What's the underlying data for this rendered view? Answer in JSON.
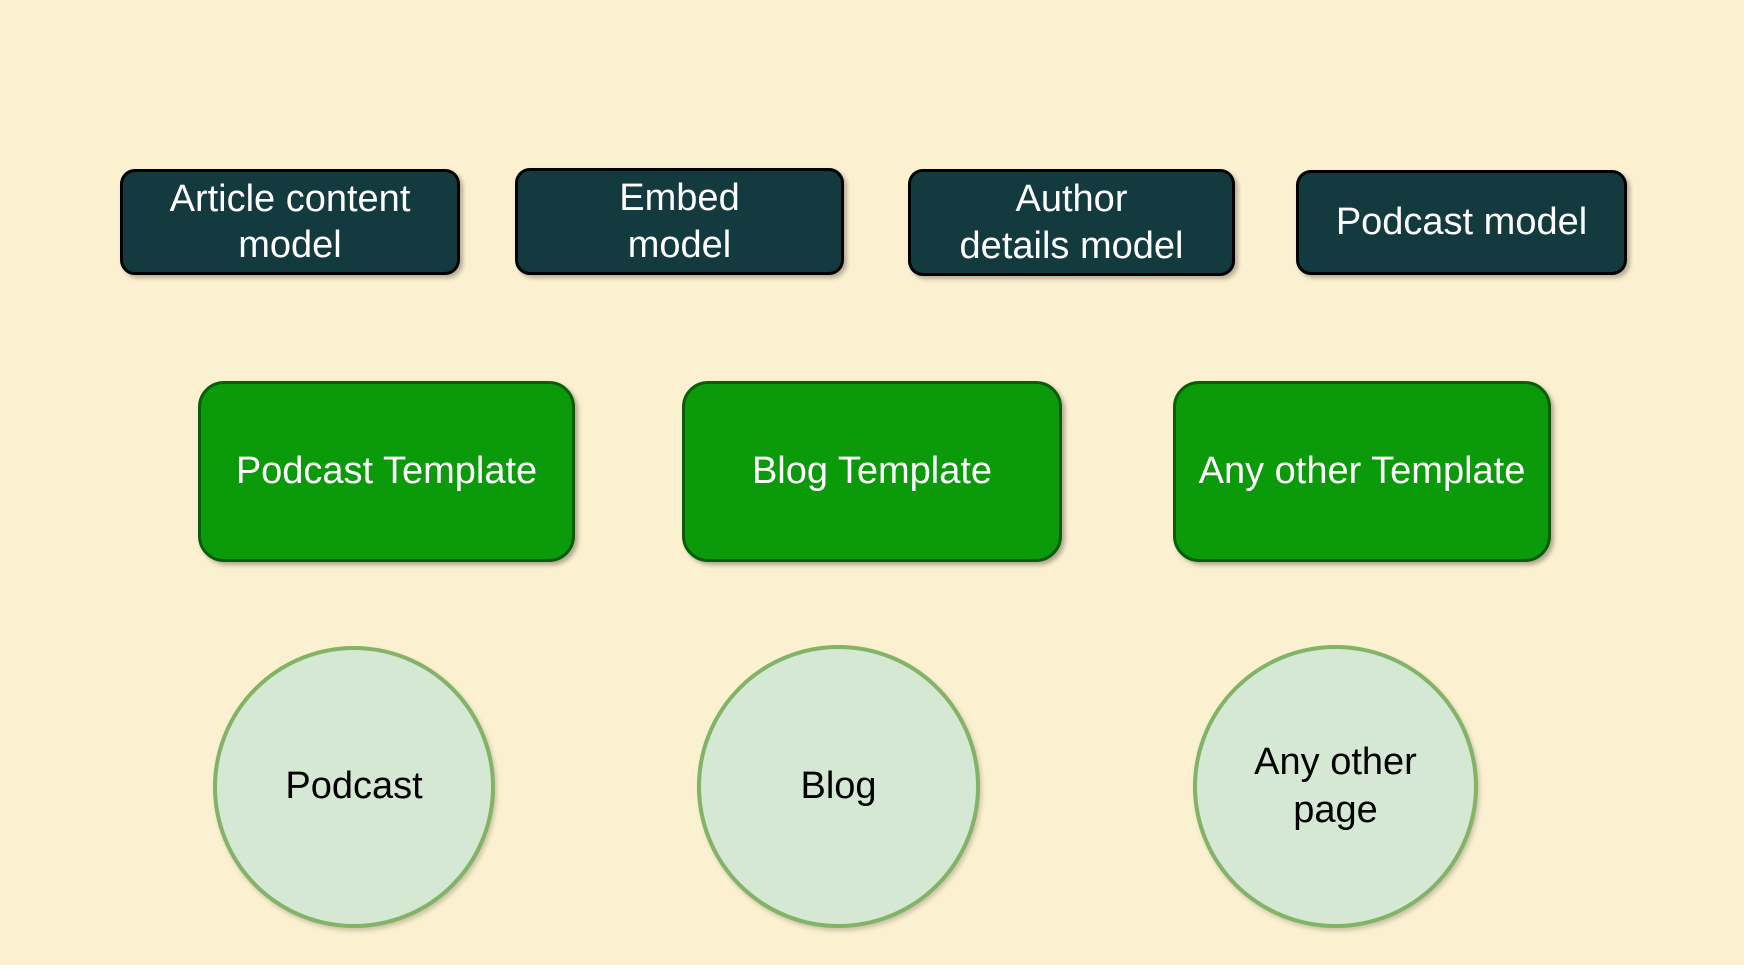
{
  "diagram": {
    "background_color": "#FBF0D0",
    "models": {
      "fill": "#123A3F",
      "border": "#000000",
      "text_color": "#FFFFFF",
      "items": [
        {
          "label": "Article content\nmodel"
        },
        {
          "label": "Embed\nmodel"
        },
        {
          "label": "Author\ndetails model"
        },
        {
          "label": "Podcast model"
        }
      ]
    },
    "templates": {
      "fill": "#0A9A0A",
      "border": "#0B5D0B",
      "text_color": "#FFFFFF",
      "items": [
        {
          "label": "Podcast Template"
        },
        {
          "label": "Blog Template"
        },
        {
          "label": "Any other Template"
        }
      ]
    },
    "pages": {
      "fill": "#D5E8D4",
      "border": "#82B366",
      "text_color": "#000000",
      "items": [
        {
          "label": "Podcast"
        },
        {
          "label": "Blog"
        },
        {
          "label": "Any other\npage"
        }
      ]
    }
  }
}
